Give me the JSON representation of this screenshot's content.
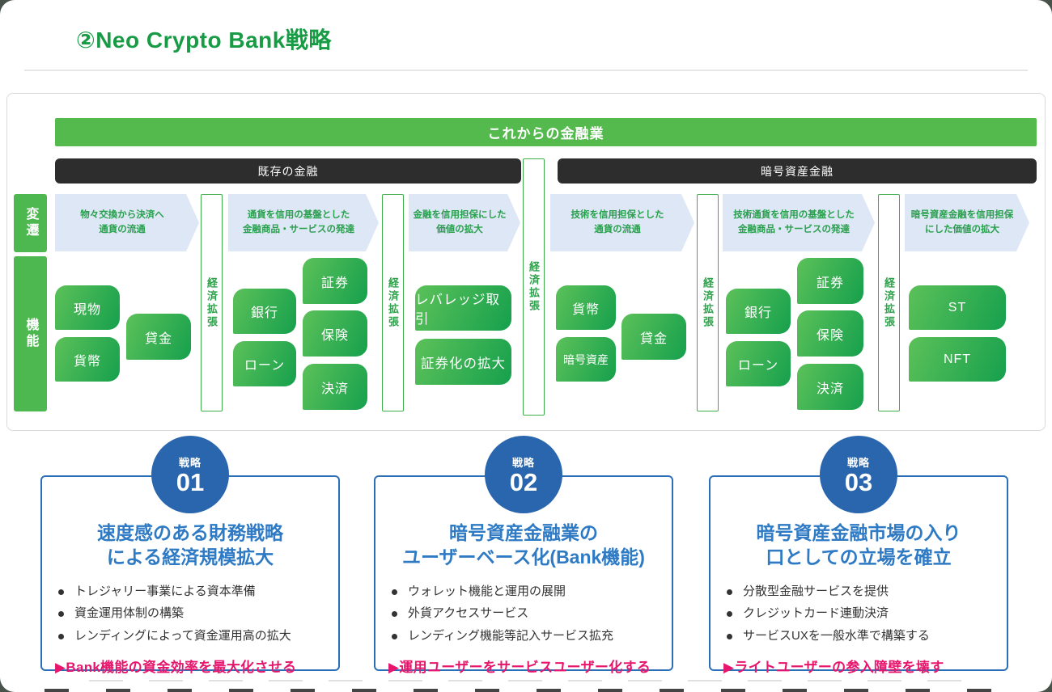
{
  "page": {
    "title": "②Neo Crypto Bank戦略"
  },
  "diagram": {
    "header": "これからの金融業",
    "section_left": "既存の金融",
    "section_right": "暗号資産金融",
    "row_label_top": "変遷",
    "row_label_bottom": "機能",
    "expansion": "経済拡張",
    "arrows": [
      "物々交換から決済へ\n通貨の流通",
      "通貨を信用の基盤とした\n金融商品・サービスの発達",
      "金融を信用担保にした\n価値の拡大",
      "技術を信用担保とした\n通貨の流通",
      "技術通貨を信用の基盤とした\n金融商品・サービスの発達",
      "暗号資産金融を信用担保\nにした価値の拡大"
    ],
    "boxes": {
      "g1": [
        "現物",
        "貨幣",
        "貸金"
      ],
      "g2": [
        "銀行",
        "ローン",
        "証券",
        "保険",
        "決済"
      ],
      "g3": [
        "レバレッジ取引",
        "証券化の拡大"
      ],
      "g4": [
        "貨幣",
        "暗号資産",
        "貸金"
      ],
      "g5": [
        "銀行",
        "ローン",
        "証券",
        "保険",
        "決済"
      ],
      "g6": [
        "ST",
        "NFT"
      ]
    }
  },
  "strategies": [
    {
      "badge": "戦略",
      "number": "01",
      "title": "速度感のある財務戦略\nによる経済規模拡大",
      "bullets": [
        "トレジャリー事業による資本準備",
        "資金運用体制の構築",
        "レンディングによって資金運用高の拡大"
      ],
      "highlight": "▶Bank機能の資金効率を最大化させる"
    },
    {
      "badge": "戦略",
      "number": "02",
      "title": "暗号資産金融業の\nユーザーベース化(Bank機能)",
      "bullets": [
        "ウォレット機能と運用の展開",
        "外貨アクセスサービス",
        "レンディング機能等記入サービス拡充"
      ],
      "highlight": "▶運用ユーザーをサービスユーザー化する"
    },
    {
      "badge": "戦略",
      "number": "03",
      "title": "暗号資産金融市場の入り\n口としての立場を確立",
      "bullets": [
        "分散型金融サービスを提供",
        "クレジットカード連動決済",
        "サービスUXを一般水準で構築する"
      ],
      "highlight": "▶ライトユーザーの参入障壁を壊す"
    }
  ],
  "colors": {
    "title_green": "#179b44",
    "bar_green": "#55ba4e",
    "bar_black": "#2d2d2d",
    "box_gradient_start": "#5cc159",
    "box_gradient_end": "#16a04d",
    "arrow_bg": "#dde7f5",
    "arrow_text": "#28a04d",
    "badge_blue": "#2a66ae",
    "card_border_blue": "#2d6fb7",
    "card_title_blue": "#2e7ac4",
    "highlight_pink": "#e8156d"
  }
}
